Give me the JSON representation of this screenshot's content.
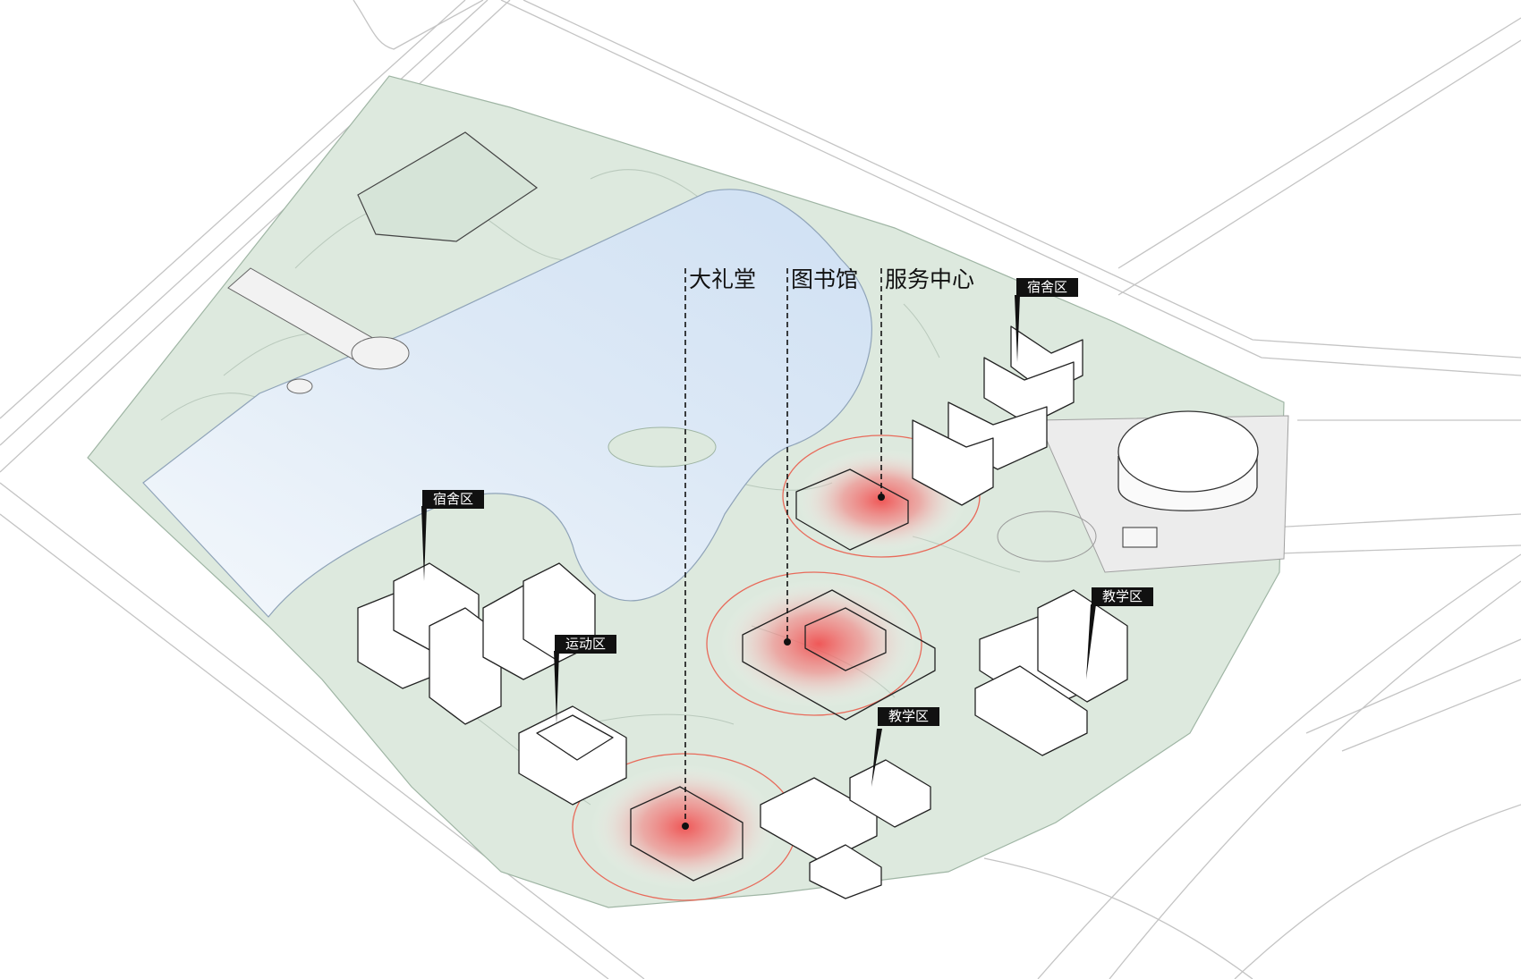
{
  "top_labels": {
    "auditorium": "大礼堂",
    "library": "图书馆",
    "service_center": "服务中心"
  },
  "zone_tags": {
    "dorm_north": "宿舍区",
    "dorm_west": "宿舍区",
    "sports": "运动区",
    "teaching_east": "教学区",
    "teaching_south": "教学区"
  },
  "colors": {
    "campus_green": "#dde9de",
    "lake_blue": "#dce9f6",
    "hotspot_red": "#f06a6a",
    "road_line": "#bcbcbc",
    "tag_bg": "#111111"
  }
}
